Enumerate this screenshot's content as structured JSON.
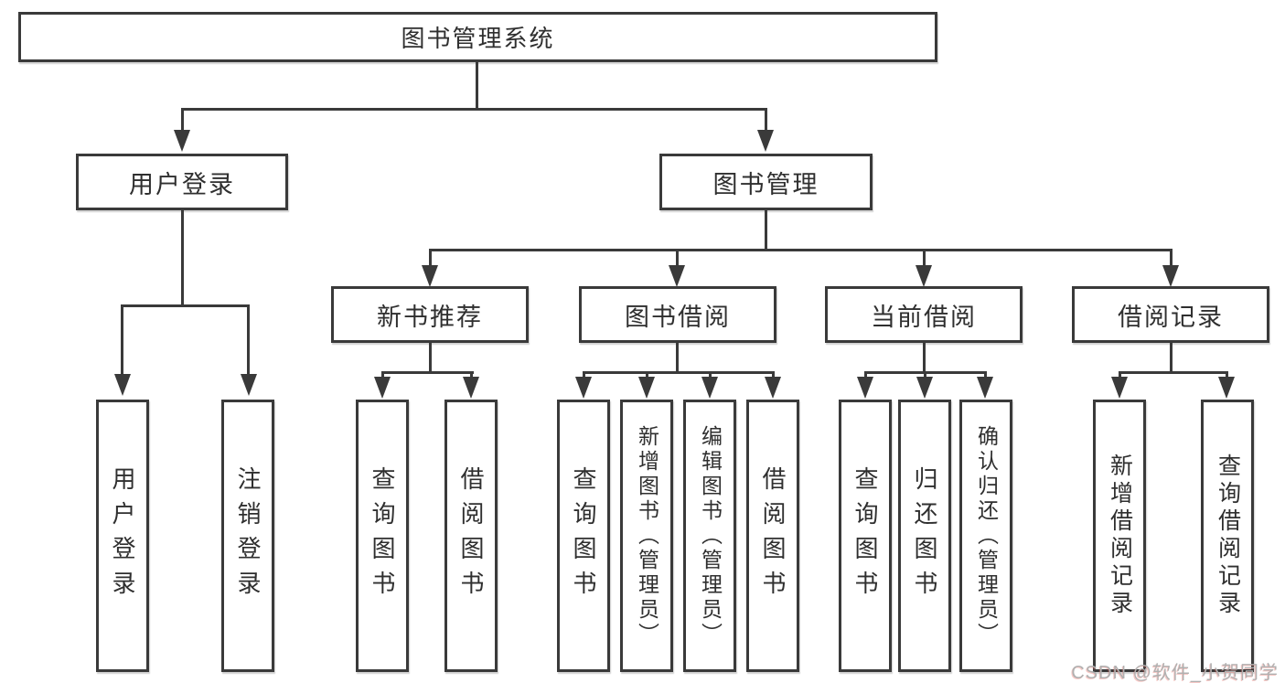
{
  "tree": {
    "label": "图书管理系统",
    "children": [
      {
        "label": "用户登录",
        "children": [
          {
            "label": "用户登录"
          },
          {
            "label": "注销登录"
          }
        ]
      },
      {
        "label": "图书管理",
        "children": [
          {
            "label": "新书推荐",
            "children": [
              {
                "label": "查询图书"
              },
              {
                "label": "借阅图书"
              }
            ]
          },
          {
            "label": "图书借阅",
            "children": [
              {
                "label": "查询图书"
              },
              {
                "label": "新增图书（管理员）"
              },
              {
                "label": "编辑图书（管理员）"
              },
              {
                "label": "借阅图书"
              }
            ]
          },
          {
            "label": "当前借阅",
            "children": [
              {
                "label": "查询图书"
              },
              {
                "label": "归还图书"
              },
              {
                "label": "确认归还（管理员）"
              }
            ]
          },
          {
            "label": "借阅记录",
            "children": [
              {
                "label": "新增借阅记录"
              },
              {
                "label": "查询借阅记录"
              }
            ]
          }
        ]
      }
    ]
  },
  "watermark": {
    "text": "CSDN @软件_小贺同学"
  },
  "colors": {
    "line": "#3a3a3a",
    "text": "#2f2f2f",
    "background": "#ffffff",
    "watermark": "#b0b0b0"
  }
}
